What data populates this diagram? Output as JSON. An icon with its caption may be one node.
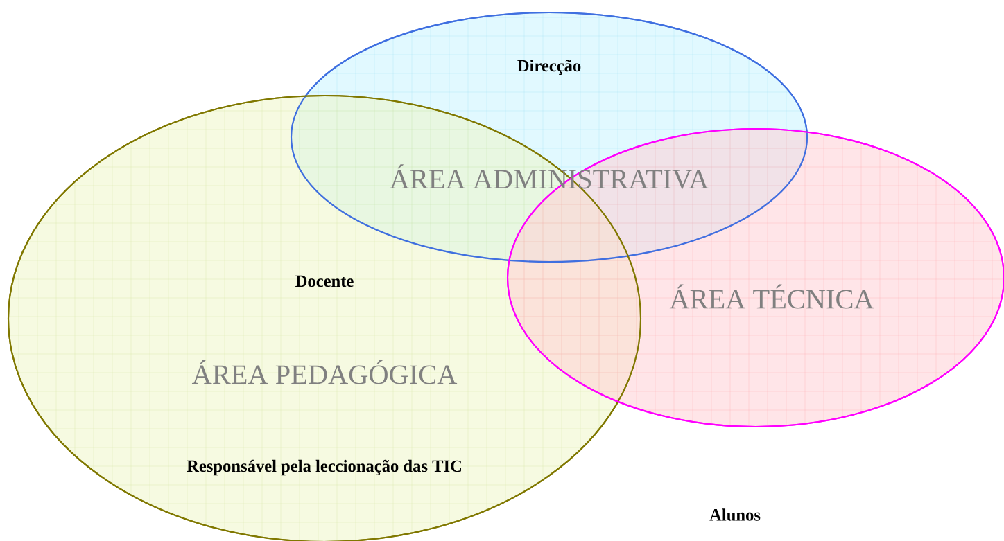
{
  "diagram": {
    "nodes": [
      {
        "text": [
          "Direcção",
          "ÁREA ADMINISTRATIVA"
        ]
      },
      {
        "text": [
          "Docente",
          "ÁREA PEDAGÓGICA",
          "Responsável pela leccionação das TIC"
        ]
      },
      {
        "text": [
          "ÁREA TÉCNICA"
        ]
      }
    ],
    "labels": [
      "Alunos"
    ]
  }
}
